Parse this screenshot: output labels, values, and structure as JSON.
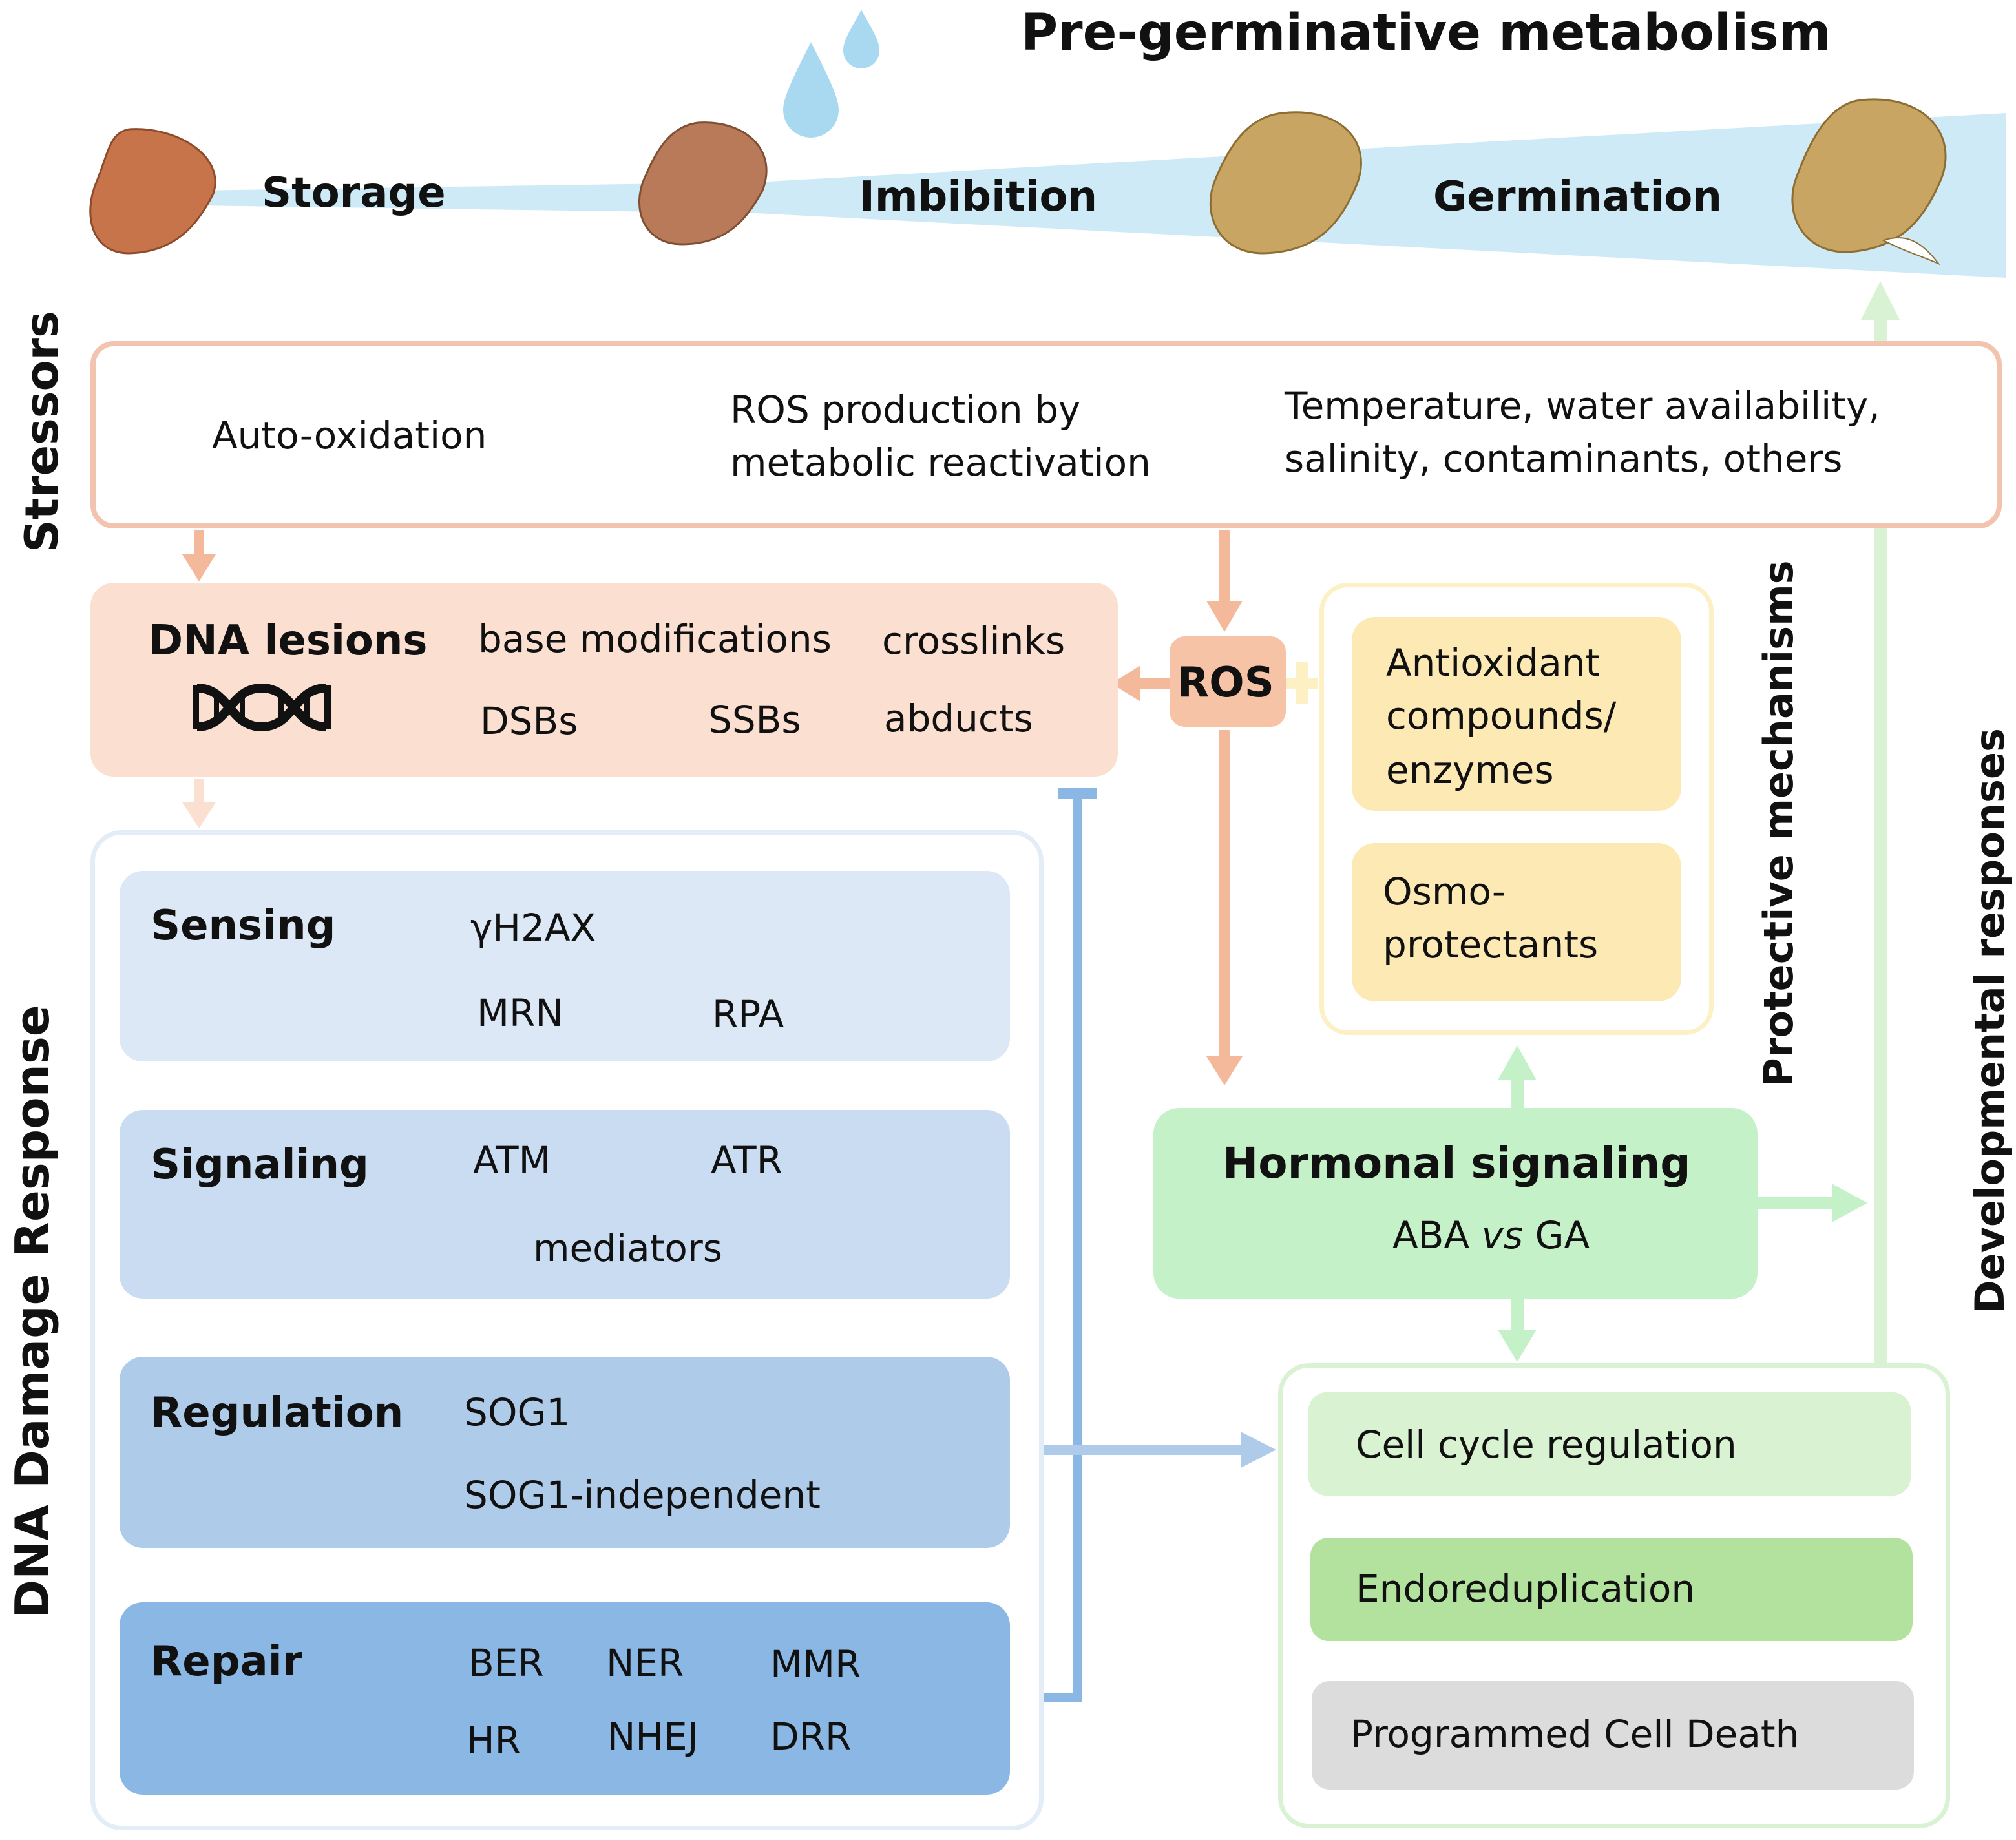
{
  "header": {
    "title": "Pre-germinative metabolism",
    "stages": [
      "Storage",
      "Imbibition",
      "Germination"
    ]
  },
  "sidebars": {
    "stressors": "Stressors",
    "ddr": "DNA Damage Response",
    "protective": "Protective mechanisms",
    "developmental": "Developmental responses"
  },
  "stressors": {
    "item1": "Auto-oxidation",
    "item2_line1": "ROS production by",
    "item2_line2": "metabolic reactivation",
    "item3_line1": "Temperature,  water availability,",
    "item3_line2": "salinity, contaminants, others"
  },
  "lesions": {
    "title": "DNA lesions",
    "types": [
      "base modifications",
      "crosslinks",
      "DSBs",
      "SSBs",
      "abducts"
    ]
  },
  "ros": {
    "label": "ROS"
  },
  "protective": {
    "antioxidant_line1": "Antioxidant",
    "antioxidant_line2": "compounds/",
    "antioxidant_line3": "enzymes",
    "osmo_line1": "Osmo-",
    "osmo_line2": "protectants"
  },
  "ddr": {
    "sensing": {
      "title": "Sensing",
      "items": [
        "γH2AX",
        "MRN",
        "RPA"
      ]
    },
    "signaling": {
      "title": "Signaling",
      "items": [
        "ATM",
        "ATR",
        "mediators"
      ]
    },
    "regulation": {
      "title": "Regulation",
      "items": [
        "SOG1",
        "SOG1-independent"
      ]
    },
    "repair": {
      "title": "Repair",
      "items": [
        "BER",
        "NER",
        "MMR",
        "HR",
        "NHEJ",
        "DRR"
      ]
    }
  },
  "hormonal": {
    "title": "Hormonal signaling",
    "sub_pre": "ABA ",
    "sub_vs": "vs",
    "sub_post": " GA"
  },
  "outcomes": {
    "cell_cycle": "Cell cycle regulation",
    "endo": "Endoreduplication",
    "pcd": "Programmed Cell Death"
  },
  "colors": {
    "water": "#cdeaf6",
    "seed_storage": "#c8744a",
    "seed_imbibed": "#b87a58",
    "seed_germ": "#c9a564",
    "stress_border": "#f2c3ae",
    "lesion_fill": "#fbdfd1",
    "ros_fill": "#f7c3a7",
    "protect_fill": "#fde9b3",
    "protect_border": "#fdf0c4",
    "sensing": "#dce8f5",
    "signaling": "#c9dcf1",
    "regulation": "#aecbea",
    "repair": "#8ab7e3",
    "hormonal": "#c5f1c8",
    "cell_cycle": "#d8f2d2",
    "endo": "#b2e29e",
    "pcd": "#dcdcdc"
  }
}
